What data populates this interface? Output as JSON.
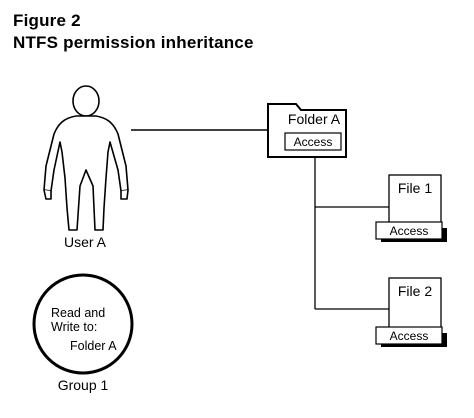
{
  "figure": {
    "number": "Figure 2",
    "title": "NTFS permission inheritance"
  },
  "user": {
    "label": "User A"
  },
  "group": {
    "label": "Group 1",
    "rights_line1": "Read and",
    "rights_line2": "Write to:",
    "rights_line3": "Folder A"
  },
  "folder": {
    "label": "Folder A",
    "access_label": "Access"
  },
  "files": [
    {
      "label": "File 1",
      "access_label": "Access"
    },
    {
      "label": "File 2",
      "access_label": "Access"
    }
  ]
}
